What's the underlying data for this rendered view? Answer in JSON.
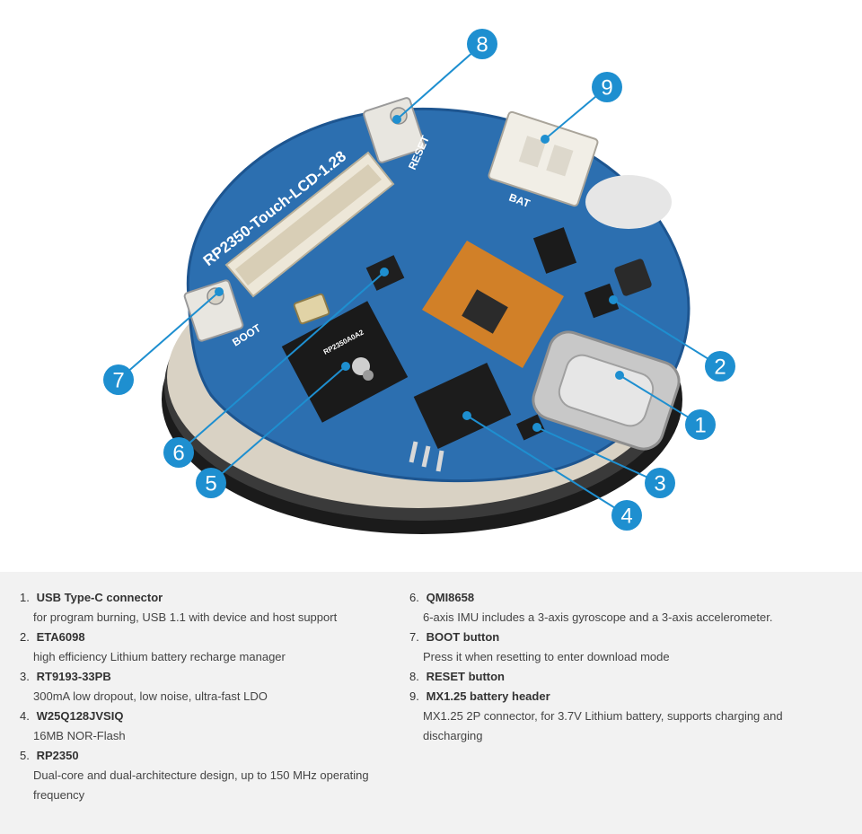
{
  "board": {
    "silkscreen_model": "RP2350-Touch-LCD-1.28",
    "silkscreen_reset": "RESET",
    "silkscreen_boot": "BOOT",
    "silkscreen_bat": "BAT",
    "chip_marking": "RP2350A0A2"
  },
  "callouts": [
    {
      "number": "1"
    },
    {
      "number": "2"
    },
    {
      "number": "3"
    },
    {
      "number": "4"
    },
    {
      "number": "5"
    },
    {
      "number": "6"
    },
    {
      "number": "7"
    },
    {
      "number": "8"
    },
    {
      "number": "9"
    }
  ],
  "legend": {
    "left": [
      {
        "num": "1.",
        "title": "USB Type-C connector",
        "desc": "for program burning, USB 1.1 with device and host support"
      },
      {
        "num": "2.",
        "title": "ETA6098",
        "desc": "high efficiency Lithium battery recharge manager"
      },
      {
        "num": "3.",
        "title": "RT9193-33PB",
        "desc": "300mA low dropout, low noise, ultra-fast LDO"
      },
      {
        "num": "4.",
        "title": "W25Q128JVSIQ",
        "desc": "16MB NOR-Flash"
      },
      {
        "num": "5.",
        "title": "RP2350",
        "desc": "Dual-core and dual-architecture design, up to 150 MHz operating frequency"
      }
    ],
    "right": [
      {
        "num": "6.",
        "title": "QMI8658",
        "desc": "6-axis IMU includes a 3-axis gyroscope and a 3-axis accelerometer."
      },
      {
        "num": "7.",
        "title": "BOOT button",
        "desc": "Press it when resetting to enter download mode"
      },
      {
        "num": "8.",
        "title": "RESET button",
        "desc": ""
      },
      {
        "num": "9.",
        "title": "MX1.25 battery header",
        "desc": "MX1.25 2P connector, for 3.7V Lithium battery, supports charging and discharging"
      }
    ]
  },
  "colors": {
    "callout_blue": "#1e8fd0",
    "pcb_blue": "#2c6fb0",
    "legend_bg": "#f2f2f2"
  }
}
